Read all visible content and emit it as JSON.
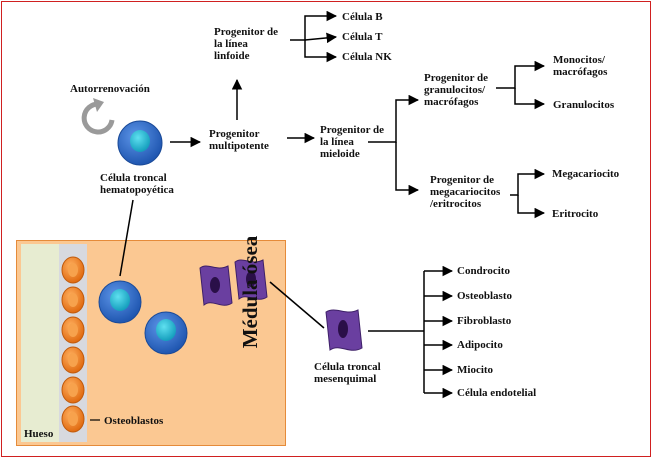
{
  "labels": {
    "autorenovacion": "Autorrenovación",
    "celula_troncal_hemato": [
      "Célula troncal",
      "hematopoyética"
    ],
    "progenitor_multipotente": [
      "Progenitor",
      "multipotente"
    ],
    "progenitor_linfoide": [
      "Progenitor de",
      "la línea",
      "linfoide"
    ],
    "celula_b": "Célula B",
    "celula_t": "Célula T",
    "celula_nk": "Célula NK",
    "progenitor_mieloide": [
      "Progenitor de",
      "la línea",
      "mieloide"
    ],
    "progenitor_granulocitos": [
      "Progenitor de",
      "granulocitos/",
      "macrófagos"
    ],
    "monocitos": [
      "Monocitos/",
      "macrófagos"
    ],
    "granulocitos": "Granulocitos",
    "progenitor_megacariocitos": [
      "Progenitor de",
      "megacariocitos",
      "/eritrocitos"
    ],
    "megacariocito": "Megacariocito",
    "eritrocito": "Eritrocito",
    "hueso": "Hueso",
    "osteoblastos": "Osteoblastos",
    "medula_osea": "Médula ósea",
    "celula_troncal_mesen": [
      "Célula troncal",
      "mesenquimal"
    ],
    "mesen_outputs": [
      "Condrocito",
      "Osteoblasto",
      "Fibroblasto",
      "Adipocito",
      "Miocito",
      "Célula endotelial"
    ]
  },
  "colors": {
    "border": "#d02020",
    "marrow_fill": "#fbc892",
    "bone_fill": "#e7ecd1",
    "osteoblast": "#f08a2c",
    "stem_blue": "#2f6fd0",
    "stem_nucleus": "#22b8d6",
    "mesenchymal": "#6a3fa0"
  }
}
